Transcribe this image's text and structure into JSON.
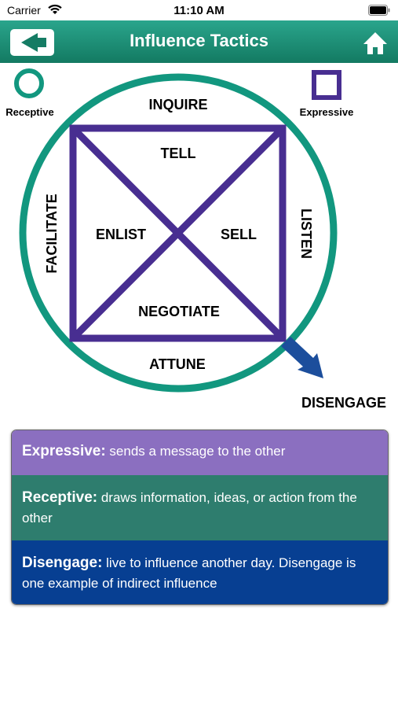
{
  "status_bar": {
    "carrier": "Carrier",
    "time": "11:10 AM"
  },
  "nav": {
    "title": "Influence Tactics",
    "back_icon": "back-arrow-icon",
    "home_icon": "home-icon"
  },
  "diagram": {
    "legend_receptive": "Receptive",
    "legend_expressive": "Expressive",
    "circle_labels": {
      "top": "INQUIRE",
      "bottom": "ATTUNE",
      "left": "FACILITATE",
      "right": "LISTEN"
    },
    "square_labels": {
      "top": "TELL",
      "left": "ENLIST",
      "right": "SELL",
      "bottom": "NEGOTIATE"
    },
    "exit_label": "DISENGAGE",
    "colors": {
      "circle": "#12977f",
      "square": "#482e91",
      "arrow": "#1c4e9c"
    }
  },
  "legend": {
    "expressive": {
      "term": "Expressive:",
      "text": "sends a message to the other"
    },
    "receptive": {
      "term": "Receptive:",
      "text": "draws information, ideas, or action from the other"
    },
    "disengage": {
      "term": "Disengage:",
      "text": "live to influence another day. Disengage is one example of indirect influence"
    },
    "colors": {
      "expressive": "#8b6fc0",
      "receptive": "#2e7d6e",
      "disengage": "#073f92"
    }
  }
}
